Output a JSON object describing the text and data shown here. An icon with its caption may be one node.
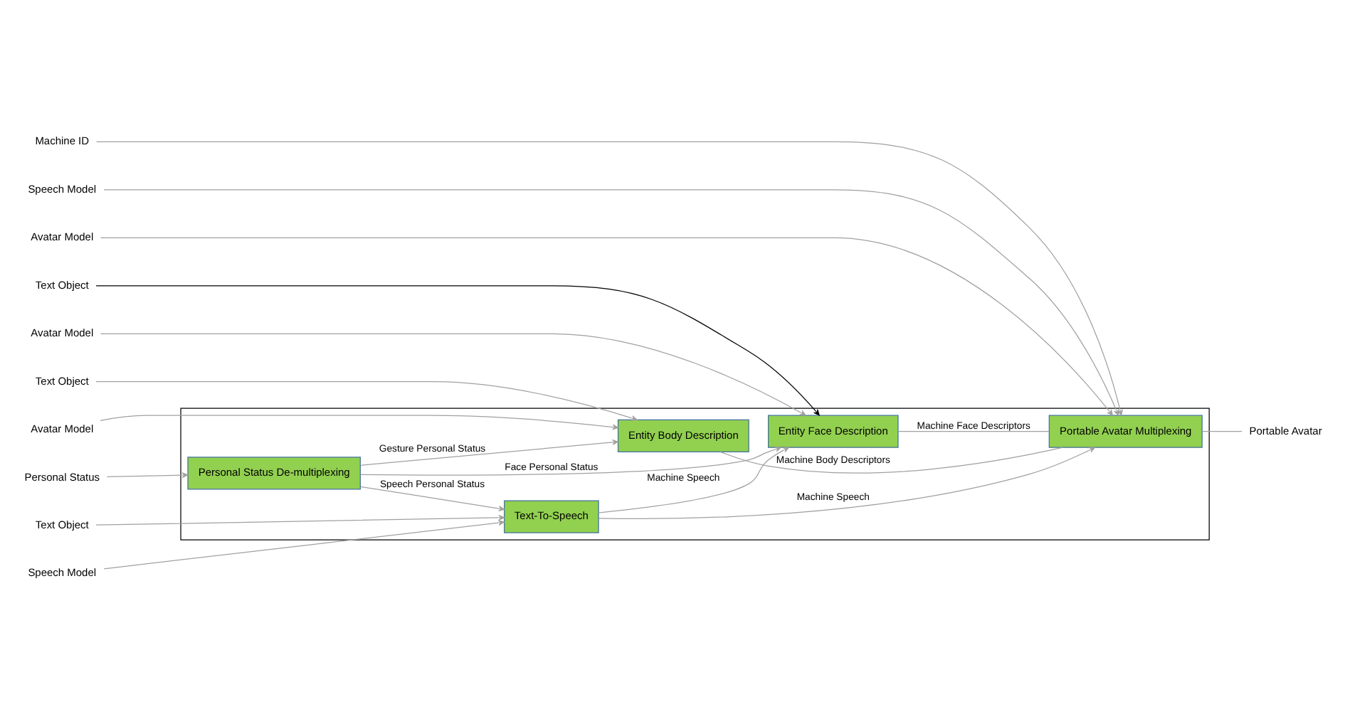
{
  "diagram": {
    "nodes": [
      {
        "text": [],
        "shape": "box"
      },
      {
        "text": [
          "Machine ID"
        ]
      },
      {
        "text": [
          "Speech Model"
        ]
      },
      {
        "text": [
          "Text Object"
        ]
      },
      {
        "text": [
          "Speech Model"
        ]
      },
      {
        "text": [
          "Text-To-Speech"
        ],
        "in": 0
      },
      {
        "text": [
          "Personal Status De-multiplexing"
        ],
        "in": 0
      },
      {
        "text": [
          "Text Object"
        ]
      },
      {
        "text": [
          "Avatar Model"
        ]
      },
      {
        "text": [
          "Entity Face Description"
        ],
        "in": 0
      },
      {
        "text": [
          "Personal Status"
        ]
      },
      {
        "text": [
          "Entity Body Description"
        ],
        "in": 0
      },
      {
        "text": [
          "Text Object"
        ]
      },
      {
        "text": [
          "Avatar Model"
        ]
      },
      {
        "text": [
          "Avatar Model"
        ]
      },
      {
        "text": [
          "Portable Avatar Multiplexing"
        ],
        "in": 0
      },
      {
        "text": [
          "Portable Avatar"
        ]
      }
    ],
    "edges": [
      {
        "from": 1,
        "to": 15,
        "arrow": "to"
      },
      {
        "from": 2,
        "to": 15,
        "arrow": "to"
      },
      {
        "from": 3,
        "to": 5,
        "arrow": "to"
      },
      {
        "from": 4,
        "to": 5,
        "arrow": "to"
      },
      {
        "from": 6,
        "to": 5,
        "label": "Speech Personal Status",
        "arrow": "to"
      },
      {
        "from": 5,
        "to": 9,
        "label": "Machine Speech",
        "arrow": "to"
      },
      {
        "from": 5,
        "to": 15,
        "label": "Machine Speech",
        "arrow": "to"
      },
      {
        "from": 7,
        "to": 9,
        "arrow": "to",
        "color": "#000000"
      },
      {
        "from": 8,
        "to": 9,
        "arrow": "to"
      },
      {
        "from": 6,
        "to": 9,
        "label": "Face Personal Status",
        "arrow": "to"
      },
      {
        "from": 10,
        "to": 6,
        "arrow": "to"
      },
      {
        "from": 6,
        "to": 11,
        "label": "Gesture Personal Status",
        "arrow": "to"
      },
      {
        "from": 12,
        "to": 11,
        "arrow": "to"
      },
      {
        "from": 13,
        "to": 11,
        "arrow": "to"
      },
      {
        "from": 14,
        "to": 15,
        "arrow": "to"
      },
      {
        "from": 9,
        "to": 15,
        "label": "Machine Face Descriptors",
        "arrow": "none"
      },
      {
        "from": 11,
        "to": 15,
        "label": "Machine Body Descriptors",
        "arrow": "none"
      },
      {
        "from": 15,
        "to": 16,
        "arrow": "none"
      }
    ]
  }
}
